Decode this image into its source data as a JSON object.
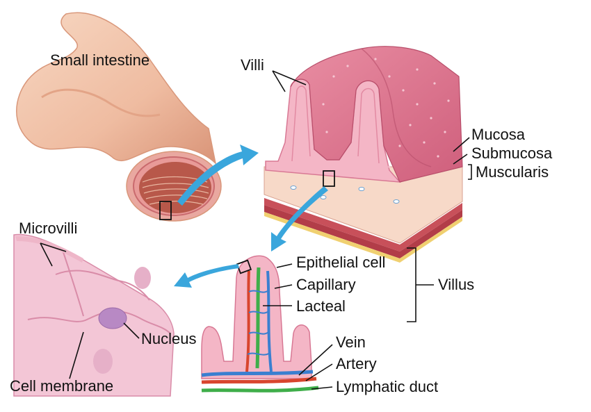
{
  "labels": {
    "small_intestine": "Small intestine",
    "villi": "Villi",
    "mucosa": "Mucosa",
    "submucosa": "Submucosa",
    "muscularis": "Muscularis",
    "microvilli": "Microvilli",
    "epithelial_cell": "Epithelial cell",
    "capillary": "Capillary",
    "lacteal": "Lacteal",
    "villus": "Villus",
    "nucleus": "Nucleus",
    "cell_membrane": "Cell membrane",
    "vein": "Vein",
    "artery": "Artery",
    "lymphatic_duct": "Lymphatic duct"
  },
  "colors": {
    "intestine_outer": "#f2c4a8",
    "intestine_shade": "#d9977a",
    "mucosa_pink": "#e88aa0",
    "villus_pink": "#f4b6c6",
    "submucosa": "#f7d9c8",
    "muscularis_red": "#c8505a",
    "serosa_yellow": "#f0d070",
    "arrow_blue": "#3aa6dc",
    "vein_blue": "#3a7fd0",
    "artery_red": "#d8452e",
    "lacteal_green": "#3fae4a",
    "cell_pink": "#f3c6d6",
    "nucleus_purple": "#b889c4"
  }
}
